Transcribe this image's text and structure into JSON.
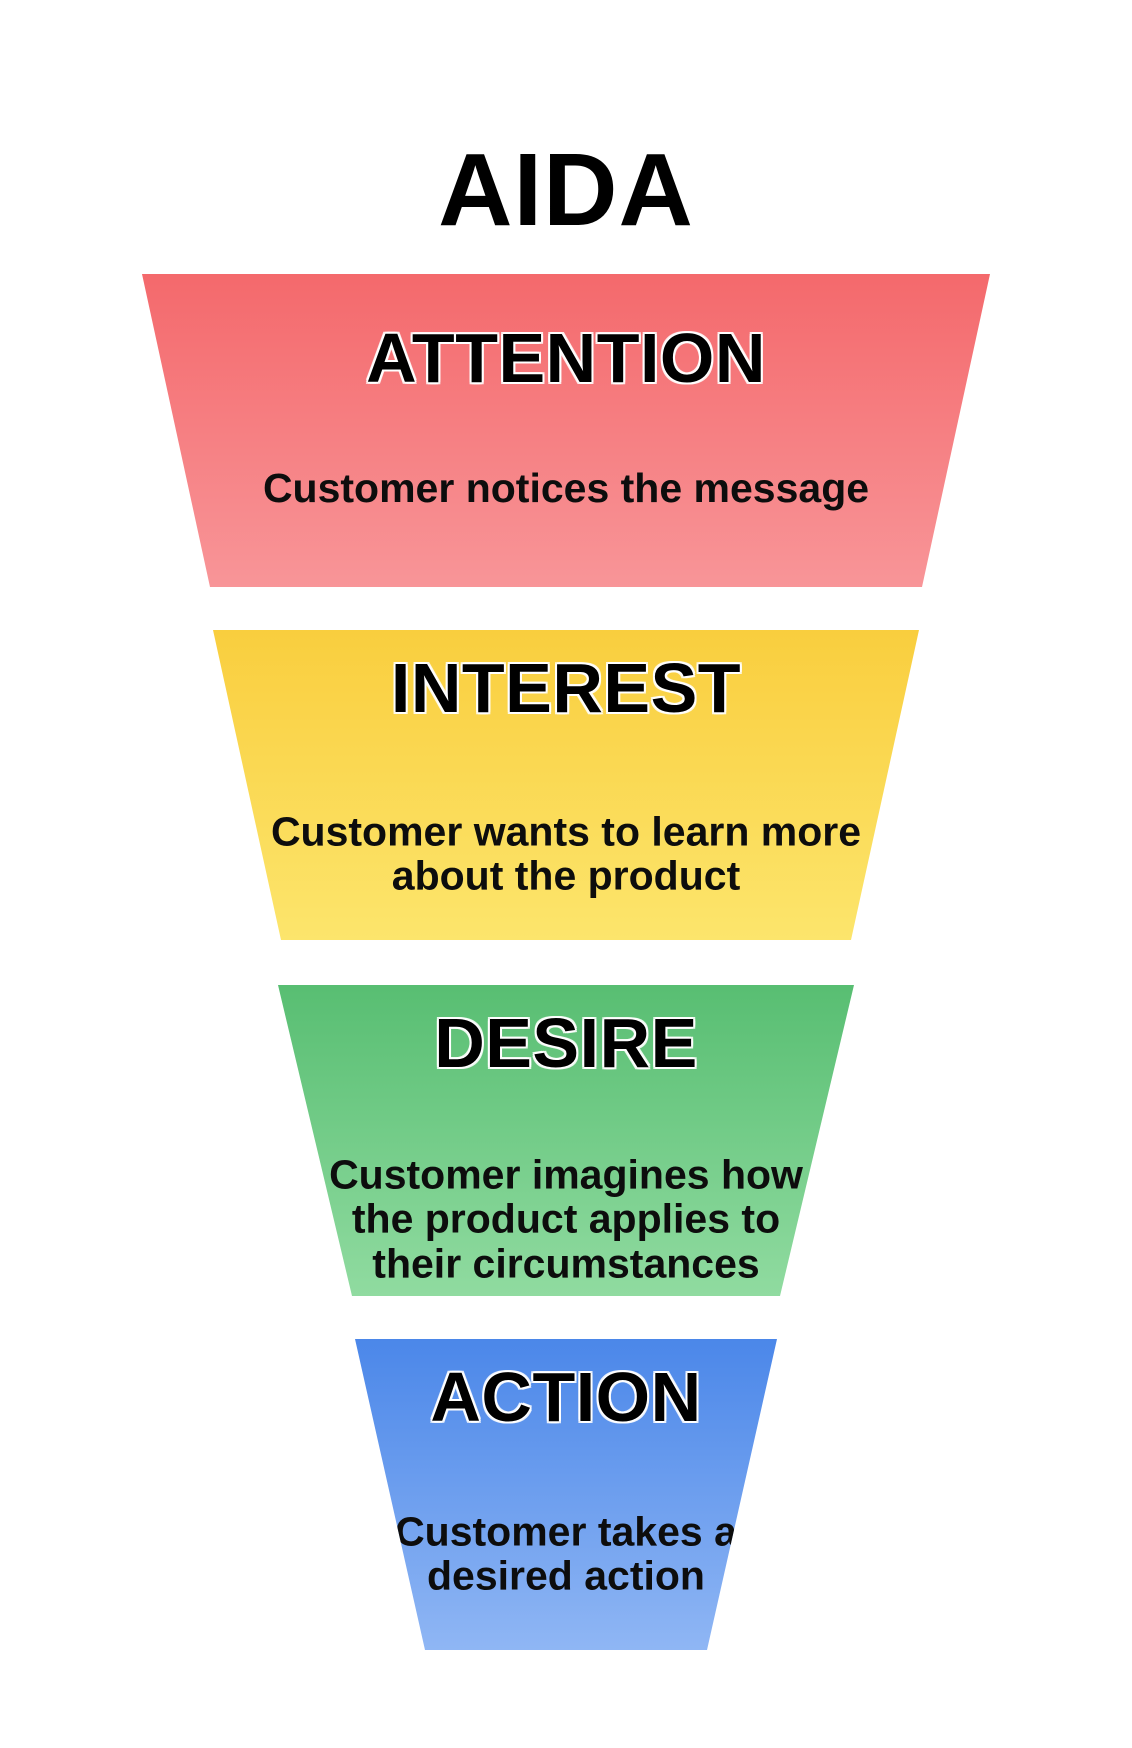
{
  "title": "AIDA",
  "canvas": {
    "background": "#ffffff",
    "text_color": "#000000"
  },
  "funnel": {
    "stages": [
      {
        "label": "ATTENTION",
        "description": "Customer notices the message",
        "color_top": "#F4696C",
        "color_bottom": "#F89598"
      },
      {
        "label": "INTEREST",
        "description": "Customer wants to learn more\nabout the product",
        "color_top": "#F9CE3E",
        "color_bottom": "#FCE56C"
      },
      {
        "label": "DESIRE",
        "description": "Customer imagines how\nthe product applies to\ntheir circumstances",
        "color_top": "#58BE72",
        "color_bottom": "#90DBA0"
      },
      {
        "label": "ACTION",
        "description": "Customer takes a\ndesired action",
        "color_top": "#4B87E9",
        "color_bottom": "#8FB6F4"
      }
    ]
  }
}
